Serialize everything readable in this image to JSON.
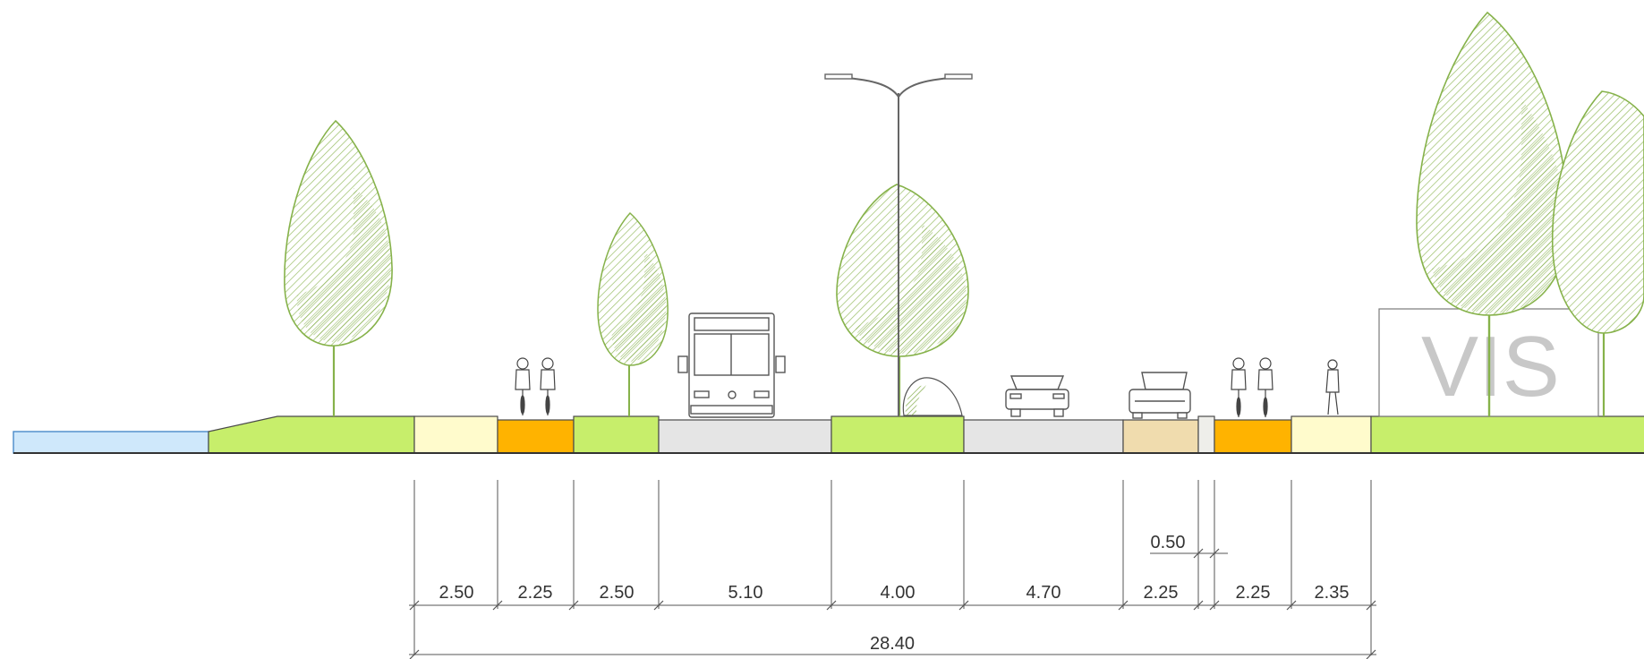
{
  "diagram": {
    "building_label": "VIS",
    "segment_widths": [
      "2.50",
      "2.25",
      "2.50",
      "5.10",
      "4.00",
      "4.70",
      "2.25",
      "2.25",
      "2.35"
    ],
    "narrow_strip_width": "0.50",
    "total_width": "28.40"
  },
  "colors": {
    "green": "#c7ee6b",
    "cream": "#fffbcc",
    "orange": "#ffb300",
    "gray": "#e5e5e5",
    "tan": "#f0dcae",
    "water": "#cfe8fb",
    "tree": "#86b24a",
    "outline": "#4a4a4a"
  }
}
